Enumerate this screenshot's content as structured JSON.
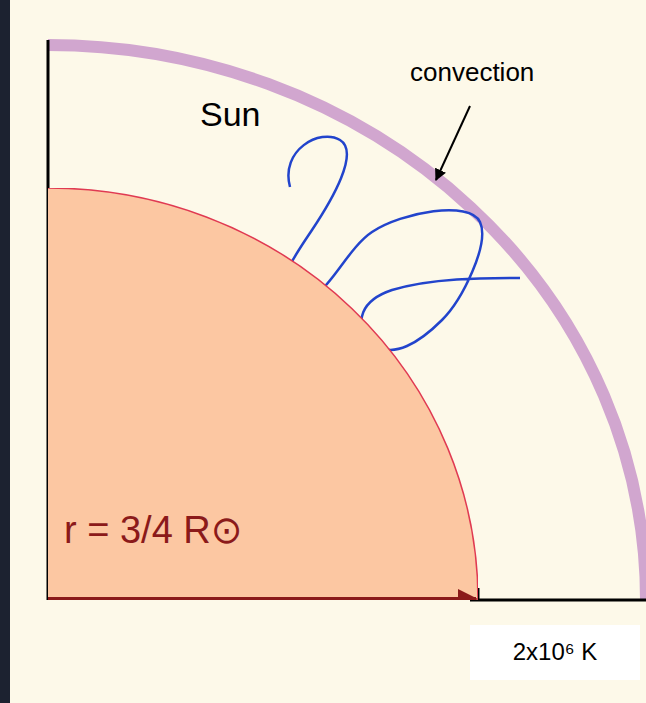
{
  "diagram": {
    "nodes": [
      {
        "text": [
          "r = 3/4 R⊙"
        ]
      },
      {
        "text": [
          "2x10⁶ K"
        ]
      }
    ],
    "labels": [
      "Sun",
      "convection"
    ]
  }
}
